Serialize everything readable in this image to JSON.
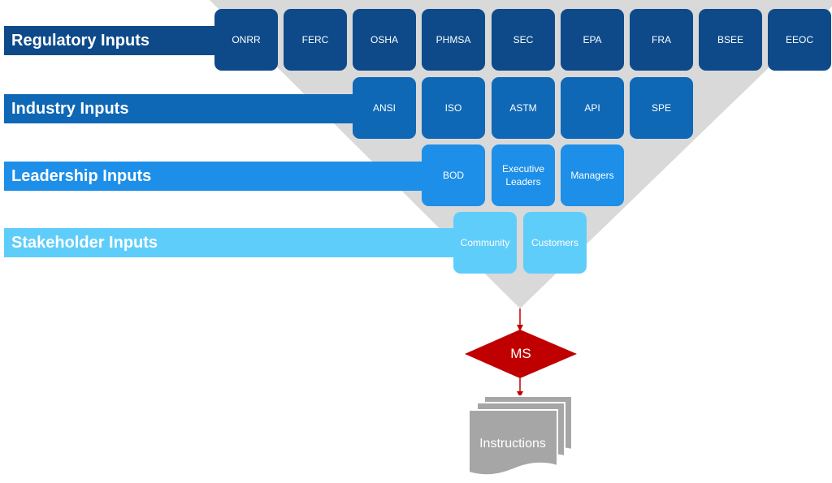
{
  "bands": {
    "regulatory": "Regulatory Inputs",
    "industry": "Industry Inputs",
    "leadership": "Leadership Inputs",
    "stakeholder": "Stakeholder Inputs"
  },
  "regulatory_boxes": [
    "ONRR",
    "FERC",
    "OSHA",
    "PHMSA",
    "SEC",
    "EPA",
    "FRA",
    "BSEE",
    "EEOC"
  ],
  "industry_boxes": [
    "ANSI",
    "ISO",
    "ASTM",
    "API",
    "SPE"
  ],
  "leadership_boxes": [
    "BOD",
    "Executive Leaders",
    "Managers"
  ],
  "stakeholder_boxes": [
    "Community",
    "Customers"
  ],
  "decision": "MS",
  "document": "Instructions",
  "colors": {
    "regulatory": "#0e4a8a",
    "industry": "#0f68b6",
    "leadership": "#1d8fe8",
    "stakeholder": "#5fcdfa",
    "funnel": "#d9d9d9",
    "decision": "#c00000",
    "document": "#a6a6a6",
    "arrow": "#c00000"
  }
}
